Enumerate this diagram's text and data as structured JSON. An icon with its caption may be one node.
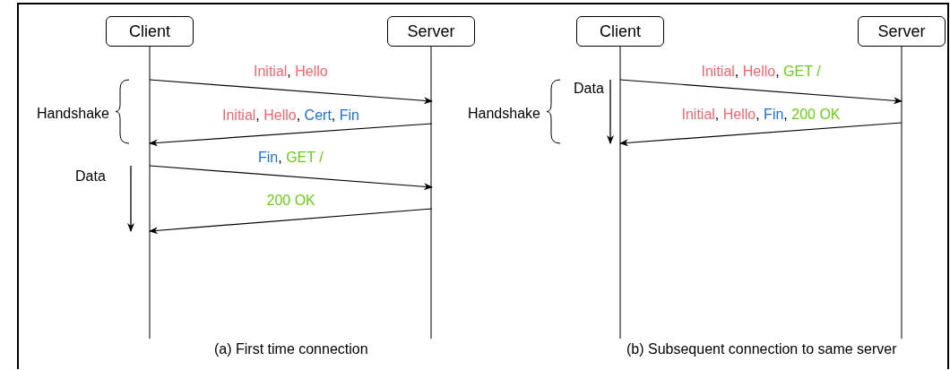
{
  "diagram": {
    "nodes": [
      {
        "text": [
          "Client"
        ]
      },
      {
        "text": [
          "Server"
        ]
      },
      {
        "text": [
          "Client"
        ]
      },
      {
        "text": [
          "Server"
        ]
      }
    ],
    "edges": [
      {
        "from": 0,
        "to": 1,
        "arrow": "to",
        "label": "Initial, Hello"
      },
      {
        "from": 1,
        "to": 0,
        "arrow": "to",
        "label": "Initial, Hello, Cert, Fin"
      },
      {
        "from": 0,
        "to": 1,
        "arrow": "to",
        "label": "Fin, GET /"
      },
      {
        "from": 1,
        "to": 0,
        "arrow": "to",
        "label": "200 OK"
      },
      {
        "from": 2,
        "to": 3,
        "arrow": "to",
        "label": "Initial, Hello, GET /"
      },
      {
        "from": 3,
        "to": 2,
        "arrow": "to",
        "label": "Initial, Hello, Fin, 200 OK"
      }
    ],
    "labels": [
      "Handshake",
      "Data",
      "Handshake",
      "Data",
      "(a) First time connection",
      "(b) Subsequent connection to same server"
    ]
  }
}
